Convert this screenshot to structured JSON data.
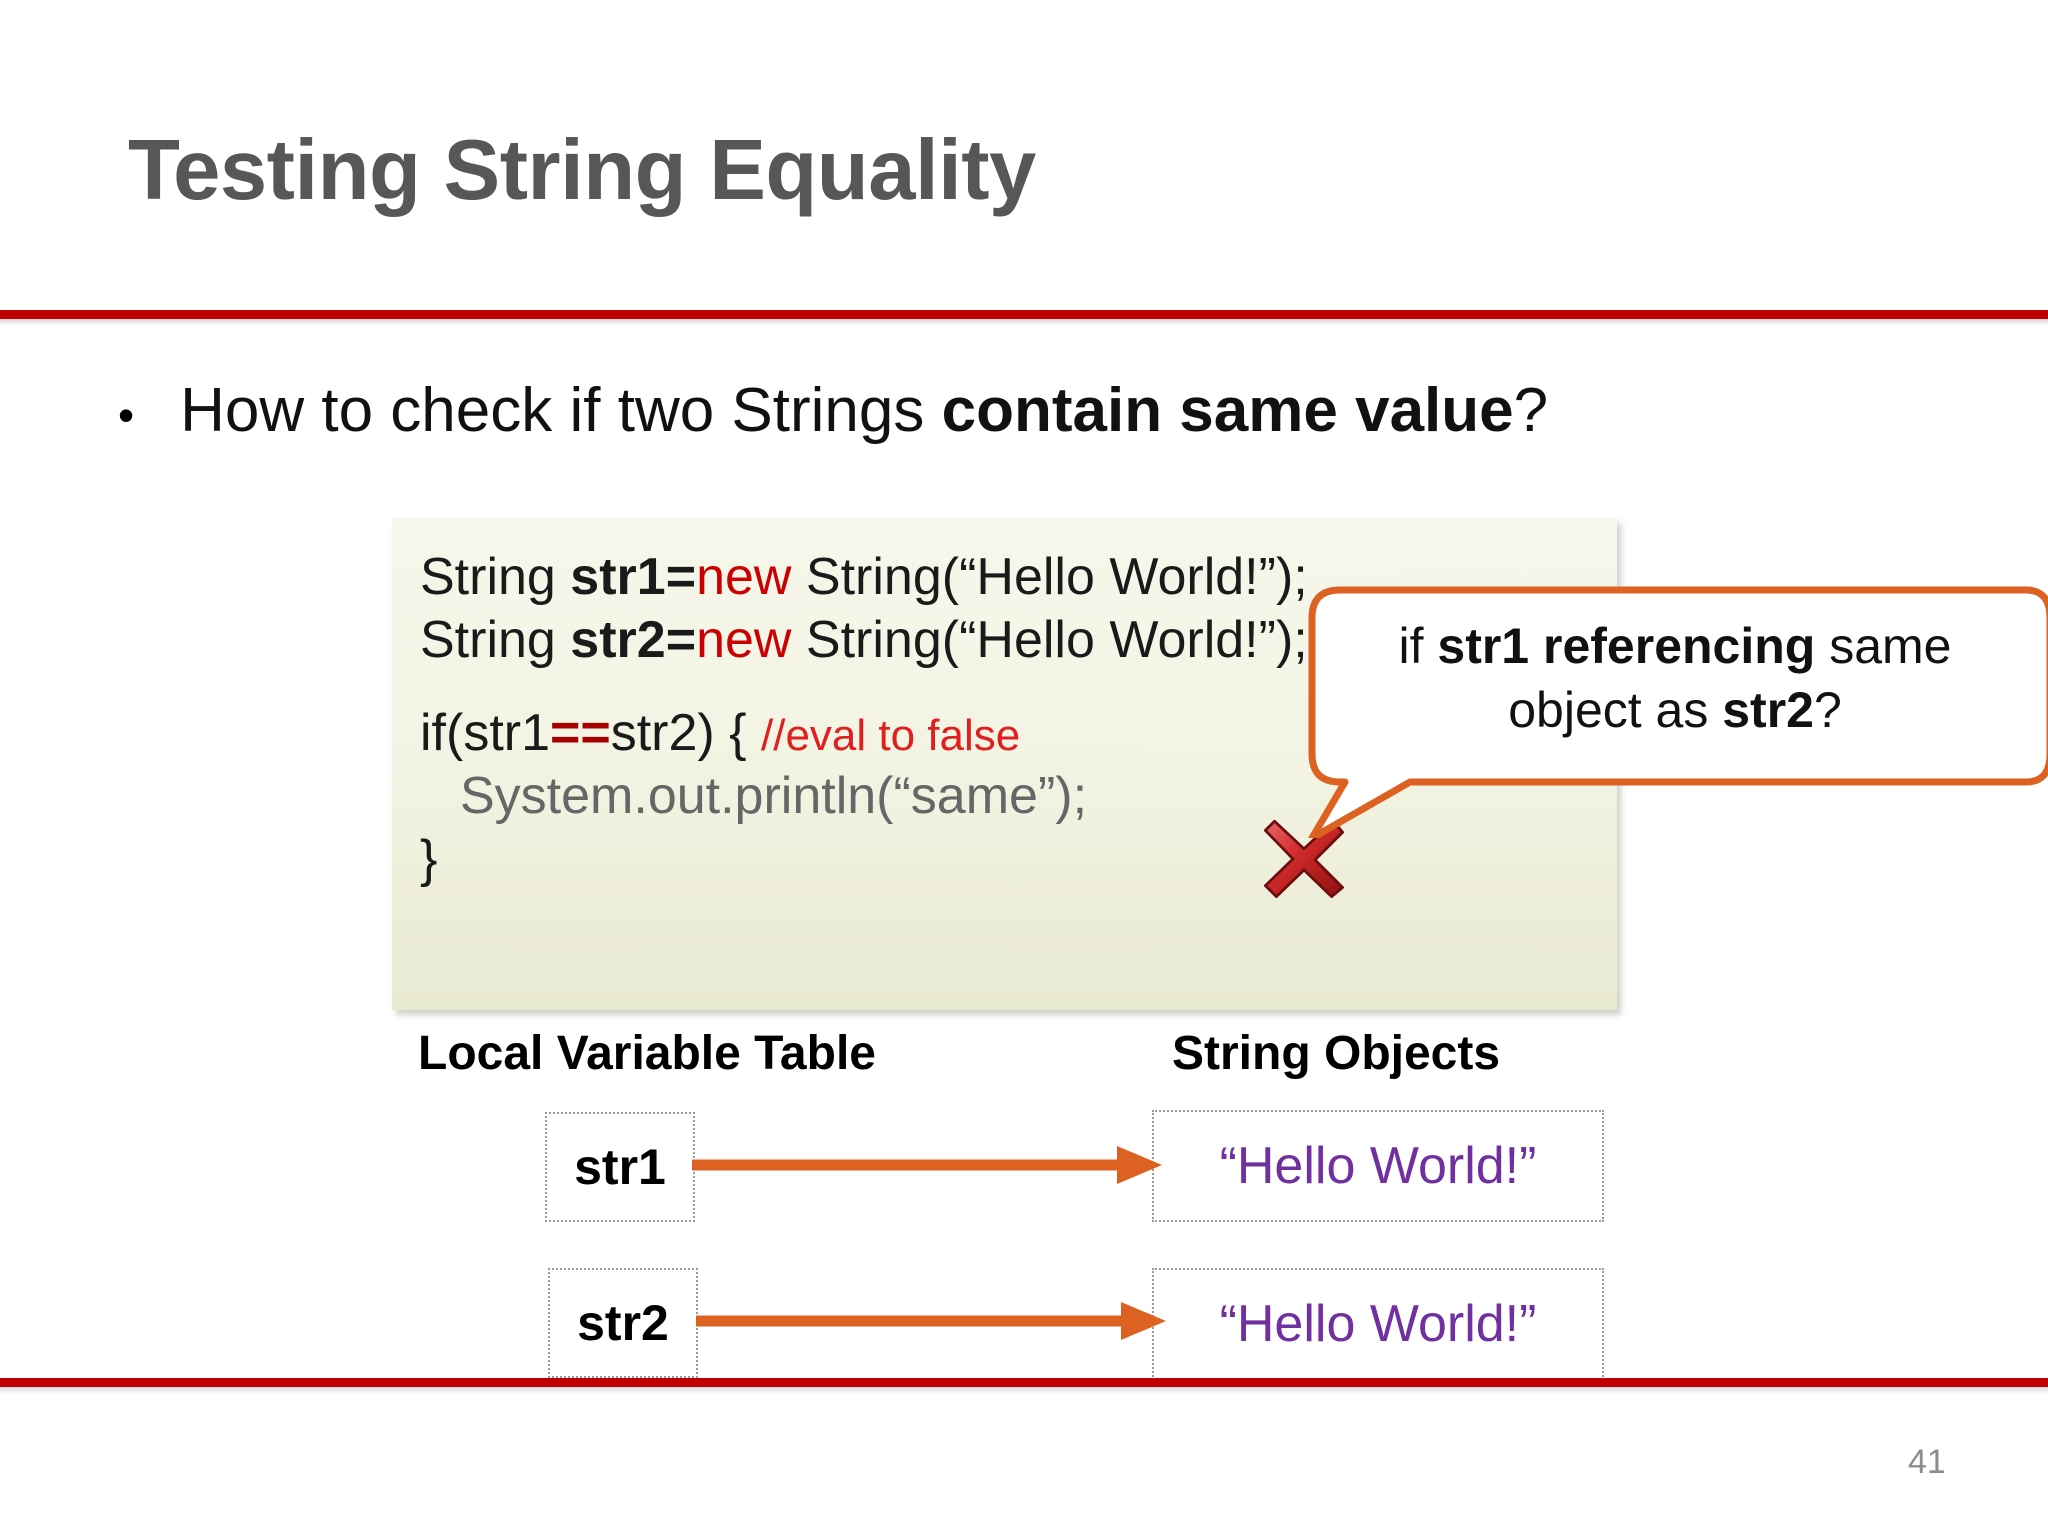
{
  "slide": {
    "title": "Testing String Equality",
    "page_number": "41",
    "accent_red": "#C00000",
    "accent_orange": "#DD6120",
    "object_text_purple": "#7030A0",
    "code_keyword_red": "#CC0000",
    "code_gray": "#666666"
  },
  "bullet": {
    "marker": "•",
    "text_before": "How to check if two Strings ",
    "text_bold": "contain same value",
    "text_after": "?"
  },
  "code": {
    "line1": {
      "a": "String ",
      "b_bold": "str1=",
      "c_keyword": "new",
      "d": " String(“Hello World!”);"
    },
    "line2": {
      "a": "String ",
      "b_bold": "str2=",
      "c_keyword": "new",
      "d": " String(“Hello World!”);"
    },
    "line3": {
      "a": "if(str1",
      "b_op": "==",
      "c": "str2) { ",
      "d_comment": "//eval to false"
    },
    "line4": "System.out.println(“same”);",
    "line5": "}"
  },
  "callout": {
    "before": "if ",
    "bold1": "str1 referencing",
    "middle": " same object as ",
    "bold2": "str2",
    "after": "?"
  },
  "diagram": {
    "heading_left": "Local Variable Table",
    "heading_right": "String Objects",
    "rows": [
      {
        "variable": "str1",
        "object": "“Hello World!”"
      },
      {
        "variable": "str2",
        "object": "“Hello World!”"
      }
    ]
  },
  "icons": {
    "x_mark": "red-x-icon",
    "arrow": "reference-arrow-icon",
    "bullet": "bullet-dot-icon"
  }
}
